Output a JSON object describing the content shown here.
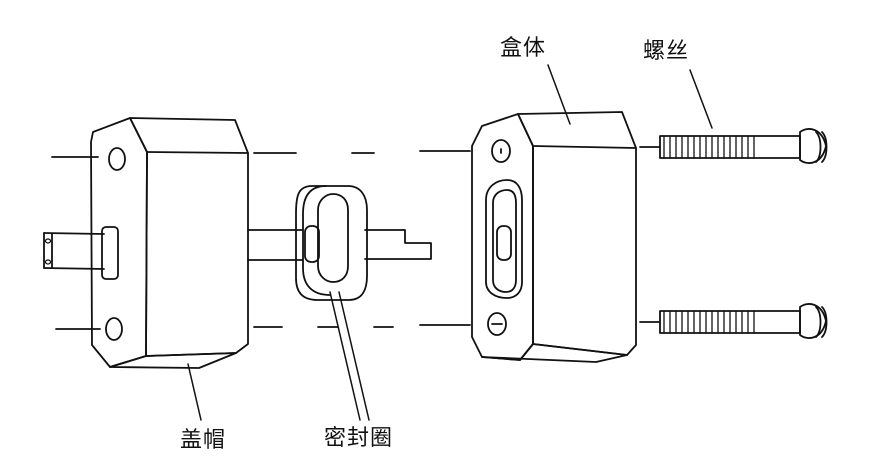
{
  "labels": {
    "box_body": "盒体",
    "screw": "螺丝",
    "cap": "盖帽",
    "seal_ring": "密封圈"
  },
  "colors": {
    "stroke": "#111111",
    "background": "#ffffff"
  }
}
